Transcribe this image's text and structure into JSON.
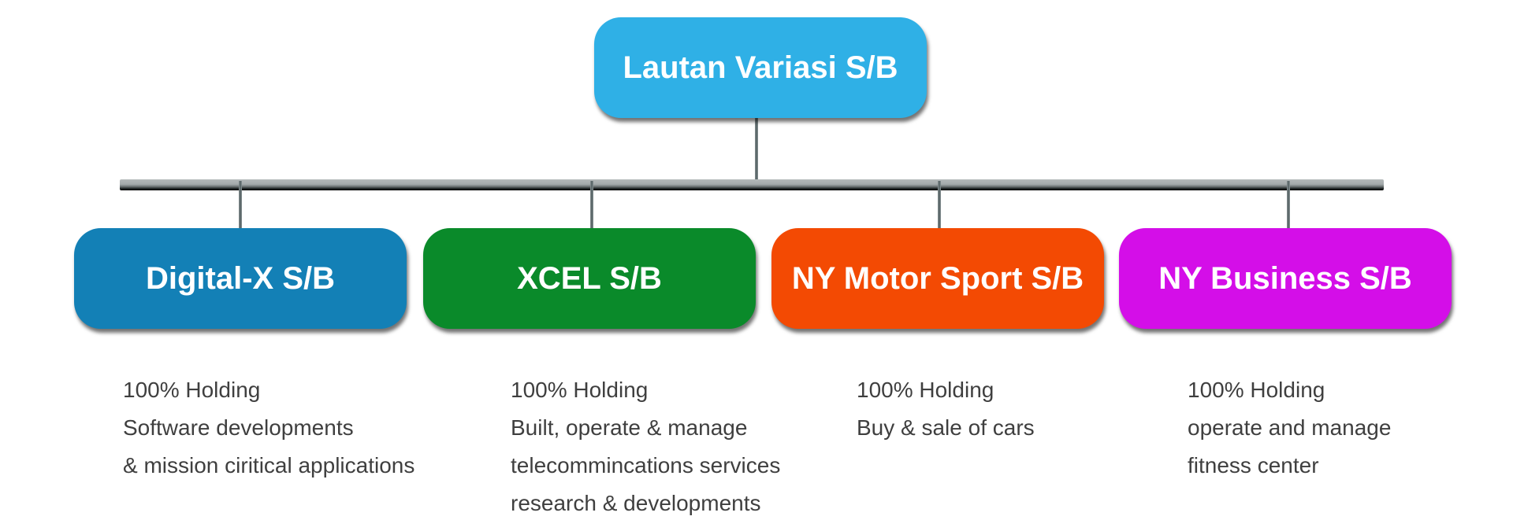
{
  "root": {
    "label": "Lautan Variasi S/B",
    "color": "#2fb0e6"
  },
  "subsidiaries": [
    {
      "label": "Digital-X S/B",
      "color": "#1380b6",
      "details": [
        "100% Holding",
        "Software developments",
        "& mission ciritical applications"
      ]
    },
    {
      "label": "XCEL S/B",
      "color": "#0a8a2a",
      "details": [
        "100% Holding",
        "Built, operate & manage",
        "telecommincations services",
        "research & developments"
      ]
    },
    {
      "label": "NY Motor Sport S/B",
      "color": "#f34a03",
      "details": [
        "100% Holding",
        "Buy & sale of cars"
      ]
    },
    {
      "label": "NY Business S/B",
      "color": "#d40ee8",
      "details": [
        "100% Holding",
        "operate and manage",
        "fitness center"
      ]
    }
  ]
}
